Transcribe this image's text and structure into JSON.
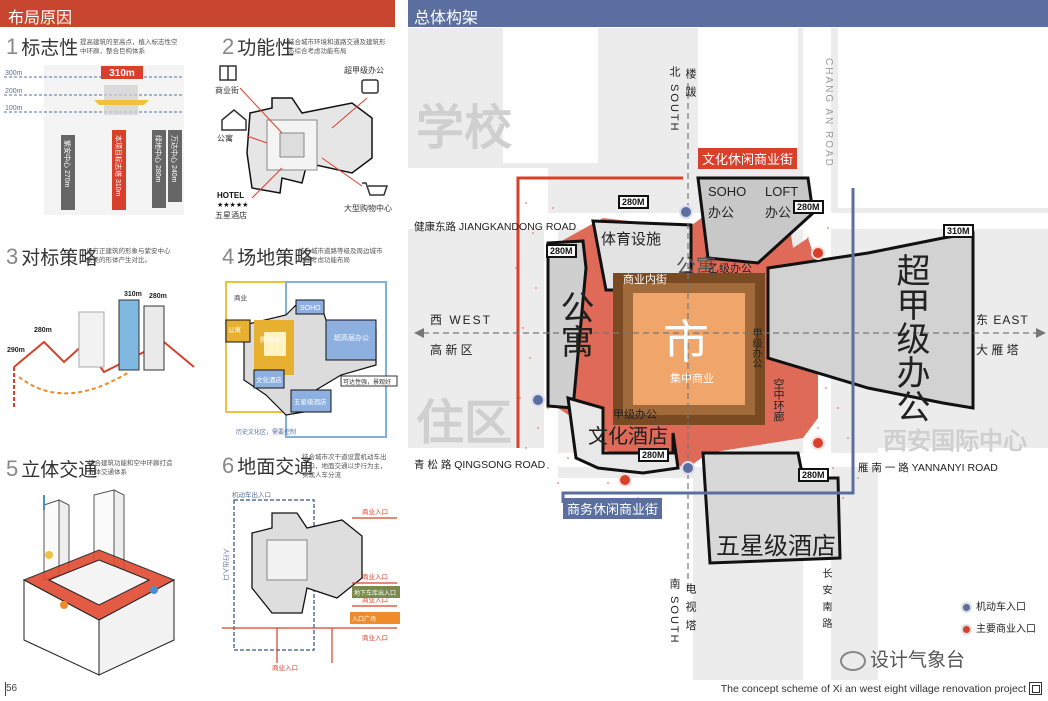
{
  "left": {
    "header": "布局原因",
    "sections": [
      {
        "num": "1",
        "title": "标志性",
        "desc": [
          "提高建筑的至高点，植入标志性空",
          "中环廊，整合巨构体系"
        ]
      },
      {
        "num": "2",
        "title": "功能性",
        "desc": [
          "结合城市环境和道路交通及建筑形",
          "态综合考虑功能布局"
        ]
      },
      {
        "num": "3",
        "title": "对标策略",
        "desc": [
          "以方正建筑的形象与紫安中心",
          "柔美的形体产生对比。"
        ]
      },
      {
        "num": "4",
        "title": "场地策略",
        "desc": [
          "结合城市道路等级及周边城市",
          "功能考虑功能布局"
        ]
      },
      {
        "num": "5",
        "title": "立体交通",
        "desc": [
          "结合建筑功能和空中环廊打造",
          "立体交通体系"
        ]
      },
      {
        "num": "6",
        "title": "地面交通",
        "desc": [
          "结合城市次干道设置机动车出",
          "入口，地面交通以步行为主，",
          "实现人车分流"
        ]
      }
    ],
    "s1": {
      "levels": [
        "300m",
        "200m",
        "100m"
      ],
      "highlight": "310m",
      "towers": [
        "紫安中心 270m",
        "本项目标志塔 310m",
        "绿地中心 280m",
        "万达中心 240m"
      ]
    },
    "s2": {
      "labels": [
        "商业街",
        "公寓",
        "超甲级办公",
        "HOTEL",
        "★★★★★",
        "五星酒店",
        "大型购物中心"
      ]
    },
    "s3": {
      "heights": [
        "310m",
        "280m",
        "280m",
        "290m"
      ]
    },
    "s4": {
      "labels": [
        "SOHO",
        "超高层办公",
        "购物中心",
        "文化酒店",
        "五星级酒店",
        "公寓",
        "商业",
        "可达性强，景观好",
        "历史文化区，需要控制"
      ]
    },
    "s6": {
      "labels": [
        "机动车出入口",
        "商业入口",
        "商业入口",
        "商业入口",
        "地下车库出入口",
        "商业入口",
        "入口广场",
        "商业入口",
        "人行出入口"
      ]
    }
  },
  "right": {
    "header": "总体构架",
    "ghost_text": [
      "学校",
      "住区",
      "西安国际中心"
    ],
    "roads": {
      "jiankang": "健康东路 JIANGKANDONG ROAD",
      "qingsong": "青 松 路 QINGSONG ROAD",
      "yannanyi": "雁 南 一 路 YANNANYI ROAD",
      "changan": "CHANG AN ROAD",
      "changan_cn": "长 安 南 路"
    },
    "compass": {
      "north": "北 SOUTH",
      "north2": "楼 跋",
      "south": "南 SOUTH",
      "south2": "电 视 塔",
      "west": "西 WEST",
      "west2": "高 新 区",
      "east": "东 EAST",
      "east2": "大 雁 塔"
    },
    "tags": {
      "culture_street": "文化休闲商业街",
      "business_street": "商务休闲商业街"
    },
    "caps": [
      "280M",
      "280M",
      "280M",
      "280M",
      "280M",
      "310M"
    ],
    "zones": {
      "sports": "体育设施",
      "soho": "SOHO",
      "office1": "办公",
      "loft": "LOFT",
      "office2": "办公",
      "apt": "公寓",
      "gongyu_top": "公寓",
      "market": "市",
      "center_comm": "集中商业",
      "comm_inner": "商业内街",
      "jia_office": "乙级办公",
      "jia_office2": "甲级办公",
      "jia_office3": "甲级办公",
      "super_office": "超甲级办公",
      "culture_hotel": "文化酒店",
      "sky_corridor": "空中环廊",
      "five_star": "五星级酒店"
    },
    "legend": [
      {
        "label": "机动车入口",
        "color": "#5a6fa0"
      },
      {
        "label": "主要商业入口",
        "color": "#d9402b"
      }
    ],
    "colors": {
      "accent_red": "#d9402b",
      "accent_blue": "#5a6fa0",
      "market_orange": "#f0a56a",
      "market_brown": "#7a4a22"
    }
  },
  "footer": {
    "page": "56",
    "caption": "The concept scheme of Xi an west eight village renovation project",
    "wechat": "设计气象台"
  }
}
